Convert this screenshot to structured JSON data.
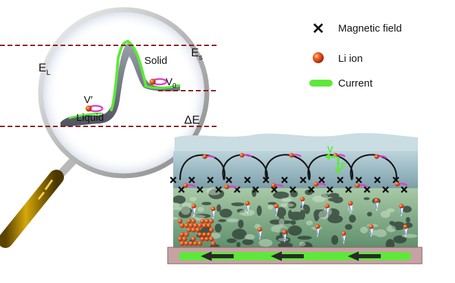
{
  "energy_diagram": {
    "label_e_l_main": "E",
    "label_e_l_sub": "L",
    "label_e_s_main": "E",
    "label_e_s_sub": "s",
    "label_delta_e": "ΔE",
    "label_solid": "Solid",
    "label_liquid": "Liquid",
    "label_v0_main": "V",
    "label_v0_sub": "0",
    "label_v_prime": "V′"
  },
  "legend": {
    "items": [
      {
        "label": "Magnetic field",
        "icon": "cross-icon"
      },
      {
        "label": "Li ion",
        "icon": "li-ion-sphere-icon"
      },
      {
        "label": "Current",
        "icon": "green-bar-icon"
      }
    ]
  },
  "cell": {
    "vector_v": "V",
    "vector_f": "F"
  },
  "colors": {
    "dashed_line": "#8b1a1a",
    "current_green": "#5ee83a",
    "li_ion": "#e8471c",
    "magenta_trail": "#e040c8",
    "gel_green": "#7fae8a",
    "glass_blue": "#a9c6d0",
    "lens_gold": "#a07a10"
  }
}
